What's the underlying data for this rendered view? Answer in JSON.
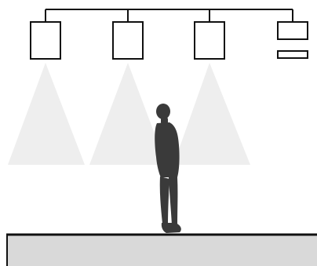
{
  "diagram": {
    "fixtures": [
      {
        "type": "box-light",
        "beam": true
      },
      {
        "type": "box-light",
        "beam": true
      },
      {
        "type": "box-light",
        "beam": true
      },
      {
        "type": "box-light-with-slot",
        "beam": false
      }
    ],
    "colors": {
      "line": "#111111",
      "beam": "#eeeeee",
      "person": "#3a3a3a",
      "floor_fill": "#d9d9d9",
      "background": "#ffffff"
    },
    "icons": {
      "person": "person-silhouette-icon"
    }
  }
}
